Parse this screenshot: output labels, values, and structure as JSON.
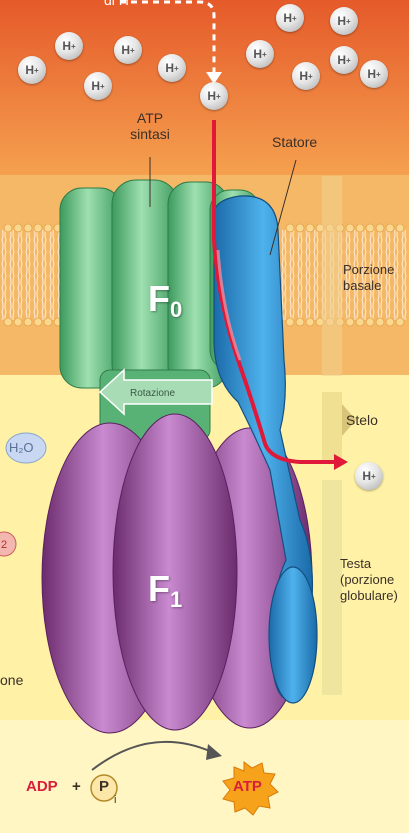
{
  "top_cut_label": "di H",
  "proton_symbol": "H",
  "proton_charge": "+",
  "labels": {
    "atp_synthase_line1": "ATP",
    "atp_synthase_line2": "sintasi",
    "stator": "Statore",
    "basal_line1": "Porzione",
    "basal_line2": "basale",
    "rotation": "Rotazione",
    "stalk": "Stelo",
    "head_line1": "Testa",
    "head_line2": "(porzione",
    "head_line3": "globulare)",
    "f0_letter": "F",
    "f0_sub": "0",
    "f1_letter": "F",
    "f1_sub": "1",
    "water": "H₂O",
    "o2_fragment": "2",
    "left_cut": "one",
    "adp": "ADP",
    "plus": "+",
    "p": "P",
    "p_sub": "i",
    "atp": "ATP"
  },
  "colors": {
    "intermembrane_top": "#e8692f",
    "intermembrane_bottom": "#f39a4a",
    "membrane": "#f6c070",
    "matrix": "#fff3a8",
    "f0_green": "#6cc48a",
    "f1_purple": "#9b4f9b",
    "stator_blue": "#2f8fd0",
    "proton_path_red": "#e0193a",
    "atp_burst": "#f7a21b"
  }
}
